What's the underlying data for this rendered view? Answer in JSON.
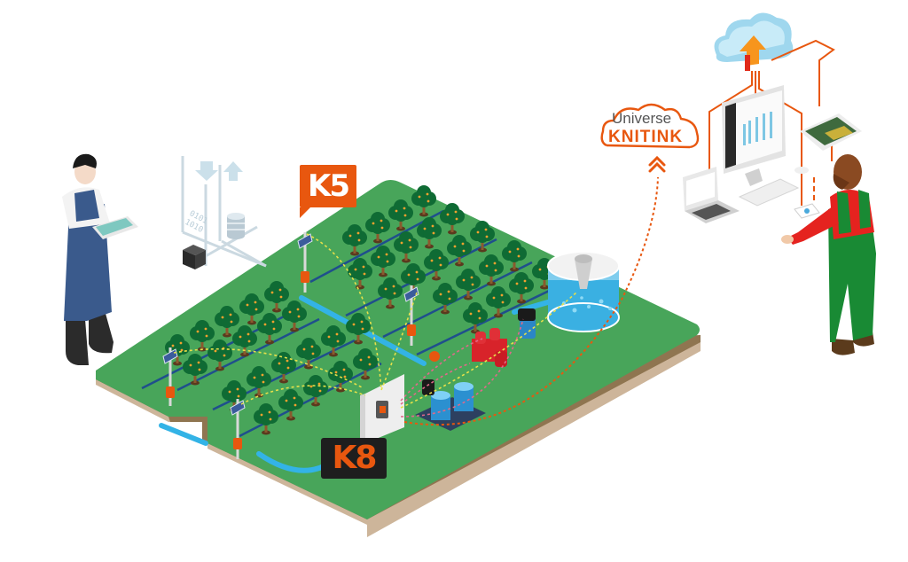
{
  "labels": {
    "k5": "K5",
    "k8": "K8"
  },
  "logo": {
    "line1": "Universe",
    "line2": "KNITINK"
  },
  "data_flow": {
    "binary_line1": "0101",
    "binary_line2": "1010"
  },
  "colors": {
    "brand_orange": "#e8570f",
    "field_green": "#48a55a",
    "tree_green": "#0f6b34",
    "water_blue": "#33b3e6",
    "label_dark": "#1e1e1e"
  },
  "icons": {
    "cloud": "cloud-upload-icon",
    "database": "database-icon",
    "server": "server-cube-icon",
    "arrow_down": "arrow-down-icon",
    "arrow_up": "arrow-up-icon",
    "chevrons_up": "double-chevron-up-icon"
  }
}
